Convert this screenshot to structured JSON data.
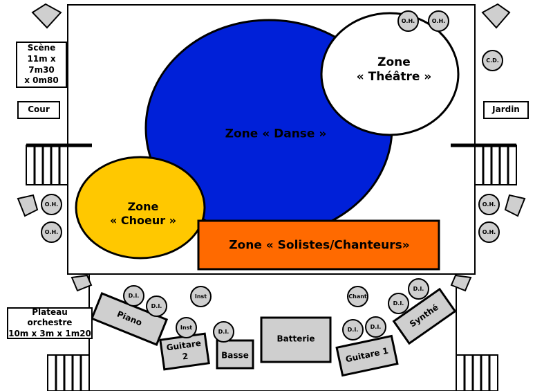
{
  "scene_info": {
    "line1": "Scène",
    "line2": "11m x 7m30",
    "line3": "x 0m80"
  },
  "cour": "Cour",
  "jardin": "Jardin",
  "orchestra_info": {
    "line1": "Plateau orchestre",
    "line2": "10m x 3m x 1m20"
  },
  "zones": {
    "danse": "Zone « Danse »",
    "theatre": {
      "line1": "Zone",
      "line2": "« Théâtre »"
    },
    "choeur": {
      "line1": "Zone",
      "line2": "« Choeur »"
    },
    "solistes": "Zone « Solistes/Chanteurs»"
  },
  "mics": {
    "oh": "O.H.",
    "cd": "C.D.",
    "di": "D.I.",
    "inst": "Inst",
    "chant": "Chant"
  },
  "instruments": {
    "piano": "Piano",
    "guitare2": "Guitare 2",
    "basse": "Basse",
    "batterie": "Batterie",
    "guitare1": "Guitare 1",
    "synthe": "Synthé"
  },
  "colors": {
    "danse": "#0020d8",
    "choeur": "#ffc800",
    "solistes": "#ff6a00",
    "theatre": "#ffffff",
    "mic": "#cfcfcf",
    "instrument": "#cfcfcf"
  }
}
